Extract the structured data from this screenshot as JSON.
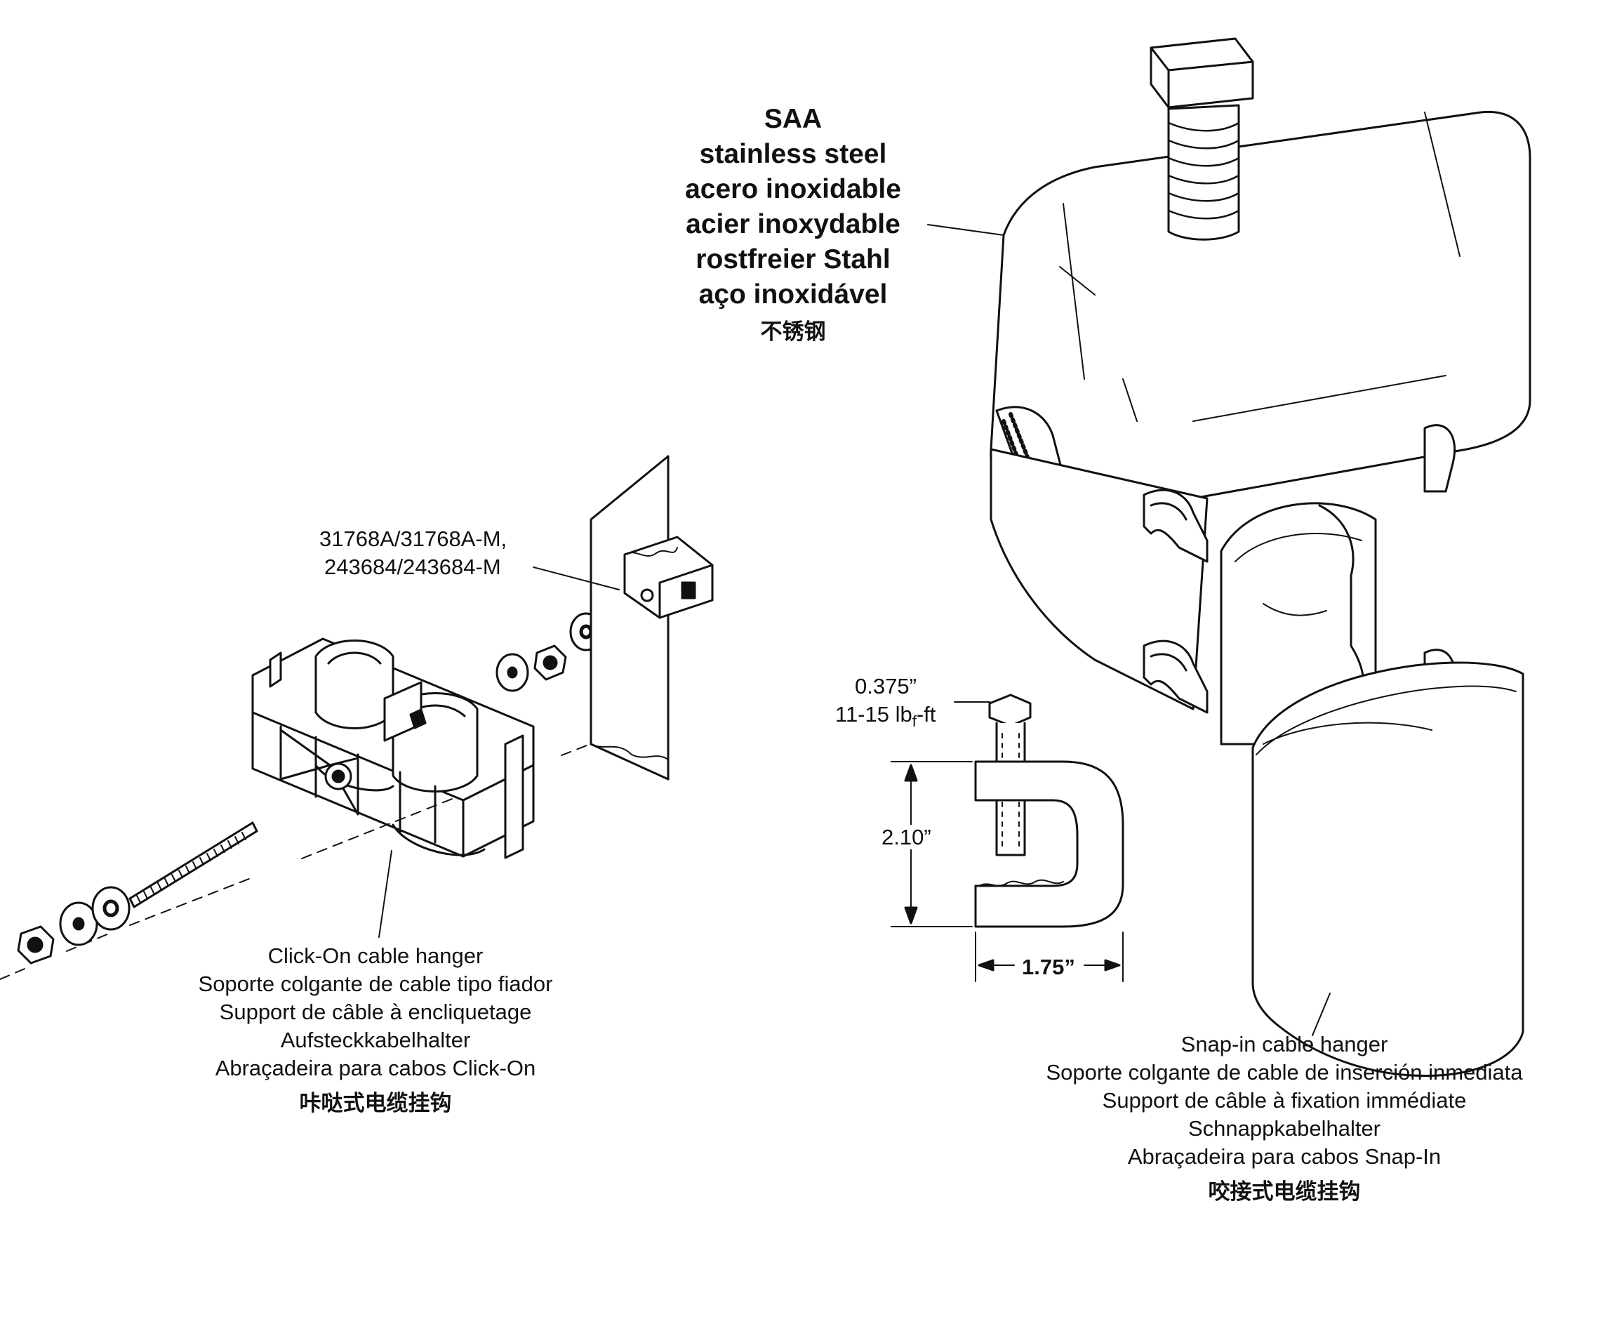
{
  "material_callout": {
    "lines": [
      "SAA",
      "stainless steel",
      "acero inoxidable",
      "acier inoxydable",
      "rostfreier Stahl",
      "aço inoxidável"
    ],
    "chinese": "不锈钢"
  },
  "part_numbers": {
    "line1": "31768A/31768A-M,",
    "line2": "243684/243684-M"
  },
  "click_on_caption": {
    "lines": [
      "Click-On cable hanger",
      "Soporte colgante de cable tipo fiador",
      "Support de câble à encliquetage",
      "Aufsteckkabelhalter",
      "Abraçadeira para cabos Click-On"
    ],
    "chinese": "咔哒式电缆挂钩"
  },
  "snap_in_caption": {
    "lines": [
      "Snap-in cable hanger",
      "Soporte colgante de cable de inserción inmediata",
      "Support de câble à fixation immédiate",
      "Schnappkabelhalter",
      "Abraçadeira para cabos Snap-In"
    ],
    "chinese": "咬接式电缆挂钩"
  },
  "dimensions": {
    "bolt_size": "0.375”",
    "torque_prefix": "11-15 lb",
    "torque_sub": "f",
    "torque_suffix": "-ft",
    "height": "2.10”",
    "width": "1.75”"
  }
}
